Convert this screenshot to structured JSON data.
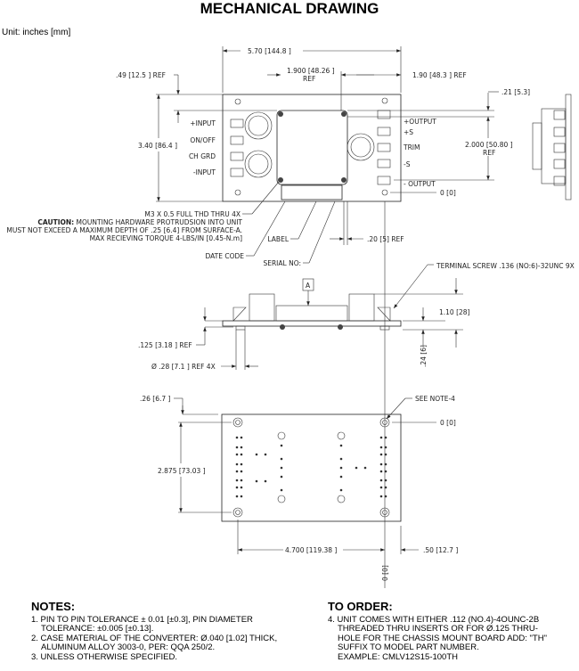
{
  "title": "MECHANICAL DRAWING",
  "units": "Unit: inches [mm]",
  "top_view": {
    "dim_width": "5.70 [144.8 ]",
    "dim_center": "1.900 [48.26 ]",
    "dim_center_ref": "REF",
    "dim_right": "1.90 [48.3 ] REF",
    "dim_top_offset": ".49 [12.5 ] REF",
    "dim_height": "3.40 [86.4 ]",
    "dim_out_offset": ".21 [5.3]",
    "dim_out_pitch": "2.000 [50.80 ]",
    "dim_out_pitch_ref": "REF",
    "dim_zero": "0 [0]",
    "dim_label_offset": ".20 [5] REF",
    "input_pins": [
      "+INPUT",
      "ON/OFF",
      "CH GRD",
      "-INPUT"
    ],
    "output_pins": [
      "+OUTPUT",
      "+S",
      "TRIM",
      "-S",
      "- OUTPUT"
    ],
    "callout_thread": "M3 X 0.5 FULL THD THRU 4X",
    "caution_label": "CAUTION:",
    "caution_1": "MOUNTING HARDWARE PROTRUDSION INTO UNIT",
    "caution_2": "MUST NOT EXCEED A MAXIMUM DEPTH OF .25 [6.4] FROM SURFACE-A.",
    "caution_3": "MAX RECIEVING TORQUE 4-LBS/IN [0.45-N.m]",
    "label": "LABEL",
    "date_code": "DATE CODE",
    "serial_no": "SERIAL NO:"
  },
  "side_view": {
    "datum": "A",
    "terminal_screw": "TERMINAL SCREW  .136 (NO:6)-32UNC 9X",
    "dim_height": "1.10 [28]",
    "dim_plate": ".125 [3.18 ] REF",
    "dim_standoff": "Ø .28 [7.1 ] REF 4X",
    "dim_pin": ".24 [6]"
  },
  "bottom_view": {
    "dim_top": ".26 [6.7 ]",
    "see_note": "SEE NOTE-4",
    "dim_zero_y": "0 [0]",
    "dim_height": "2.875 [73.03 ]",
    "dim_width": "4.700 [119.38 ]",
    "dim_right": ".50 [12.7 ]",
    "dim_zero_x": "0 [0]"
  },
  "notes": {
    "heading": "NOTES:",
    "items": [
      "1. PIN TO PIN TOLERANCE ± 0.01 [±0.3], PIN DIAMETER TOLERANCE: ±0.005 [±0.13].",
      "2. CASE MATERIAL OF THE CONVERTER: Ø.040 [1.02] THICK, ALUMINUM ALLOY 3003-0, PER: QQA 250/2.",
      "3. UNLESS OTHERWISE SPECIFIED."
    ]
  },
  "order": {
    "heading": "TO ORDER:",
    "items": [
      "4. UNIT COMES WITH EITHER .112 (NO.4)-4OUNC-2B THREADED THRU INSERTS OR FOR Ø.125 THRU-HOLE FOR THE CHASSIS MOUNT BOARD ADD: \"TH\" SUFFIX TO MODEL PART NUMBER.",
      "EXAMPLE: CMLV12S15-100TH"
    ]
  }
}
